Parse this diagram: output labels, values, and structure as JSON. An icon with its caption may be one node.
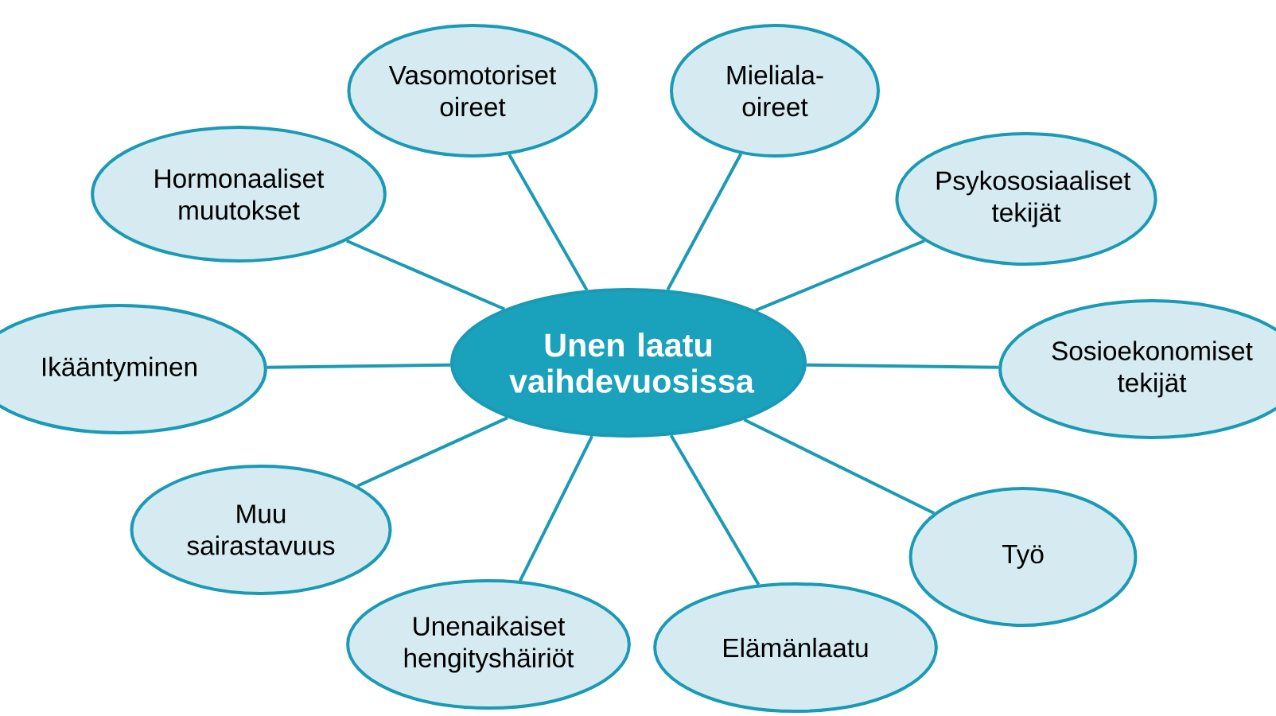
{
  "diagram": {
    "nodes": [
      {
        "text": [
          "Unen laatu vaihdevuosissa"
        ]
      },
      {
        "text": [
          "Vasomotoriset oireet"
        ]
      },
      {
        "text": [
          "Mieliala-oireet"
        ]
      },
      {
        "text": [
          "Hormonaaliset muutokset"
        ]
      },
      {
        "text": [
          "Psykososiaaliset tekijät"
        ]
      },
      {
        "text": [
          "Ikääntyminen"
        ]
      },
      {
        "text": [
          "Sosioekonomiset tekijät"
        ]
      },
      {
        "text": [
          "Muu sairastavuus"
        ]
      },
      {
        "text": [
          "Työ"
        ]
      },
      {
        "text": [
          "Unenaikaiset hengityshäiriöt"
        ]
      },
      {
        "text": [
          "Elämänlaatu"
        ]
      }
    ],
    "edges": [
      {
        "from": 0,
        "to": 1,
        "arrow": "none"
      },
      {
        "from": 0,
        "to": 2,
        "arrow": "none"
      },
      {
        "from": 0,
        "to": 3,
        "arrow": "none"
      },
      {
        "from": 0,
        "to": 4,
        "arrow": "none"
      },
      {
        "from": 0,
        "to": 5,
        "arrow": "none"
      },
      {
        "from": 0,
        "to": 6,
        "arrow": "none"
      },
      {
        "from": 0,
        "to": 7,
        "arrow": "none"
      },
      {
        "from": 0,
        "to": 8,
        "arrow": "none"
      },
      {
        "from": 0,
        "to": 9,
        "arrow": "none"
      },
      {
        "from": 0,
        "to": 10,
        "arrow": "none"
      }
    ]
  }
}
